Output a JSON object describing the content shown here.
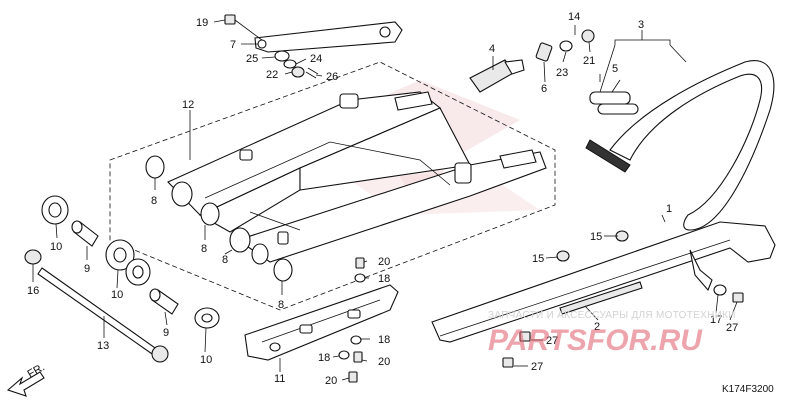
{
  "callouts": {
    "c19": "19",
    "c7": "7",
    "c25": "25",
    "c24": "24",
    "c22": "22",
    "c26": "26",
    "c4": "4",
    "c6": "6",
    "c14": "14",
    "c23": "23",
    "c21": "21",
    "c3": "3",
    "c5": "5",
    "c12": "12",
    "c8a": "8",
    "c8b": "8",
    "c8c": "8",
    "c8d": "8",
    "c10a": "10",
    "c9a": "9",
    "c16": "16",
    "c10b": "10",
    "c9b": "9",
    "c10c": "10",
    "c13": "13",
    "c20a": "20",
    "c18a": "18",
    "c18b": "18",
    "c18c": "18",
    "c20b": "20",
    "c20c": "20",
    "c11": "11",
    "c1": "1",
    "c15a": "15",
    "c15b": "15",
    "c17": "17",
    "c27a": "27",
    "c27b": "27",
    "c27c": "27",
    "c2": "2"
  },
  "fr_label": "FR.",
  "drawing_code": "K174F3200",
  "watermark": {
    "tagline": "ЗАПЧАСТИ И АКСЕССУАРЫ ДЛЯ МОТОТЕХНИКИ",
    "brand": "PARTSFOR.RU"
  },
  "colors": {
    "ink": "#111111",
    "watermark_brand": "#e05b6b",
    "logo_tint": "#f2d4d7"
  }
}
